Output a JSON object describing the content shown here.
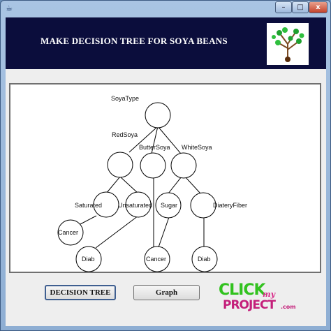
{
  "window": {
    "app_icon": "☕",
    "minimize_label": "–",
    "maximize_label": "□",
    "close_label": "x"
  },
  "header": {
    "title": "MAKE DECISION TREE FOR SOYA BEANS",
    "logo_icon": "tree-logo-icon"
  },
  "tree": {
    "labels": {
      "root": "SoyaType",
      "red": "RedSoya",
      "butter": "ButterSoya",
      "white": "WhiteSoya",
      "saturated": "Saturated",
      "unsaturated": "Unsaturated",
      "sugar": "Sugar",
      "dietary": "DiateryFiber",
      "cancer_left": "Cancer",
      "diab_left": "Diab",
      "cancer_mid": "Cancer",
      "diab_right": "Diab"
    }
  },
  "buttons": {
    "decision_tree": "DECISION TREE",
    "graph": "Graph"
  },
  "brand": {
    "main": "CLICK",
    "my": "my",
    "sub": "PROJECT",
    "domain": ".com"
  },
  "colors": {
    "header_bg": "#0b0d3c",
    "brand_green": "#32c21f",
    "brand_pink": "#c41f7a"
  }
}
